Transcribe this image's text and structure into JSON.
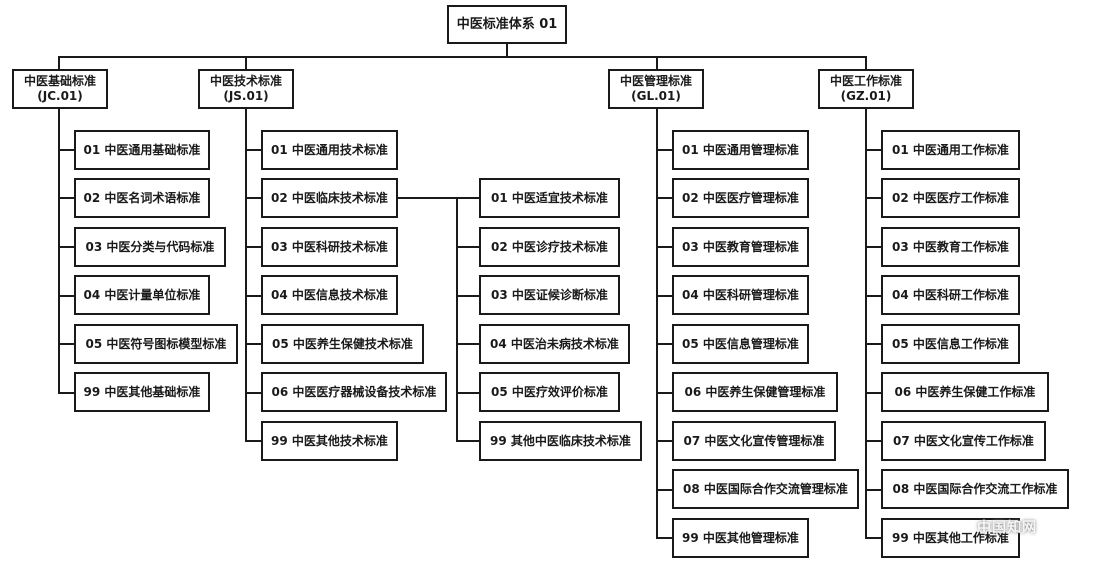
{
  "root": {
    "label": "中医标准体系 01"
  },
  "categories": [
    {
      "name": "中医基础标准",
      "code": "(JC.01)",
      "items": [
        "01 中医通用基础标准",
        "02 中医名词术语标准",
        "03 中医分类与代码标准",
        "04 中医计量单位标准",
        "05 中医符号图标模型标准",
        "99 中医其他基础标准"
      ]
    },
    {
      "name": "中医技术标准",
      "code": "(JS.01)",
      "items": [
        "01 中医通用技术标准",
        "02 中医临床技术标准",
        "03 中医科研技术标准",
        "04 中医信息技术标准",
        "05 中医养生保健技术标准",
        "06 中医医疗器械设备技术标准",
        "99 中医其他技术标准"
      ],
      "sub_items": [
        "01 中医适宜技术标准",
        "02 中医诊疗技术标准",
        "03 中医证候诊断标准",
        "04 中医治未病技术标准",
        "05 中医疗效评价标准",
        "99 其他中医临床技术标准"
      ]
    },
    {
      "name": "中医管理标准",
      "code": "(GL.01)",
      "items": [
        "01 中医通用管理标准",
        "02 中医医疗管理标准",
        "03 中医教育管理标准",
        "04 中医科研管理标准",
        "05 中医信息管理标准",
        "06 中医养生保健管理标准",
        "07 中医文化宣传管理标准",
        "08 中医国际合作交流管理标准",
        "99 中医其他管理标准"
      ]
    },
    {
      "name": "中医工作标准",
      "code": "(GZ.01)",
      "items": [
        "01 中医通用工作标准",
        "02 中医医疗工作标准",
        "03 中医教育工作标准",
        "04 中医科研工作标准",
        "05 中医信息工作标准",
        "06 中医养生保健工作标准",
        "07 中医文化宣传工作标准",
        "08 中医国际合作交流工作标准",
        "99 中医其他工作标准"
      ]
    }
  ],
  "watermark": "中国知网"
}
